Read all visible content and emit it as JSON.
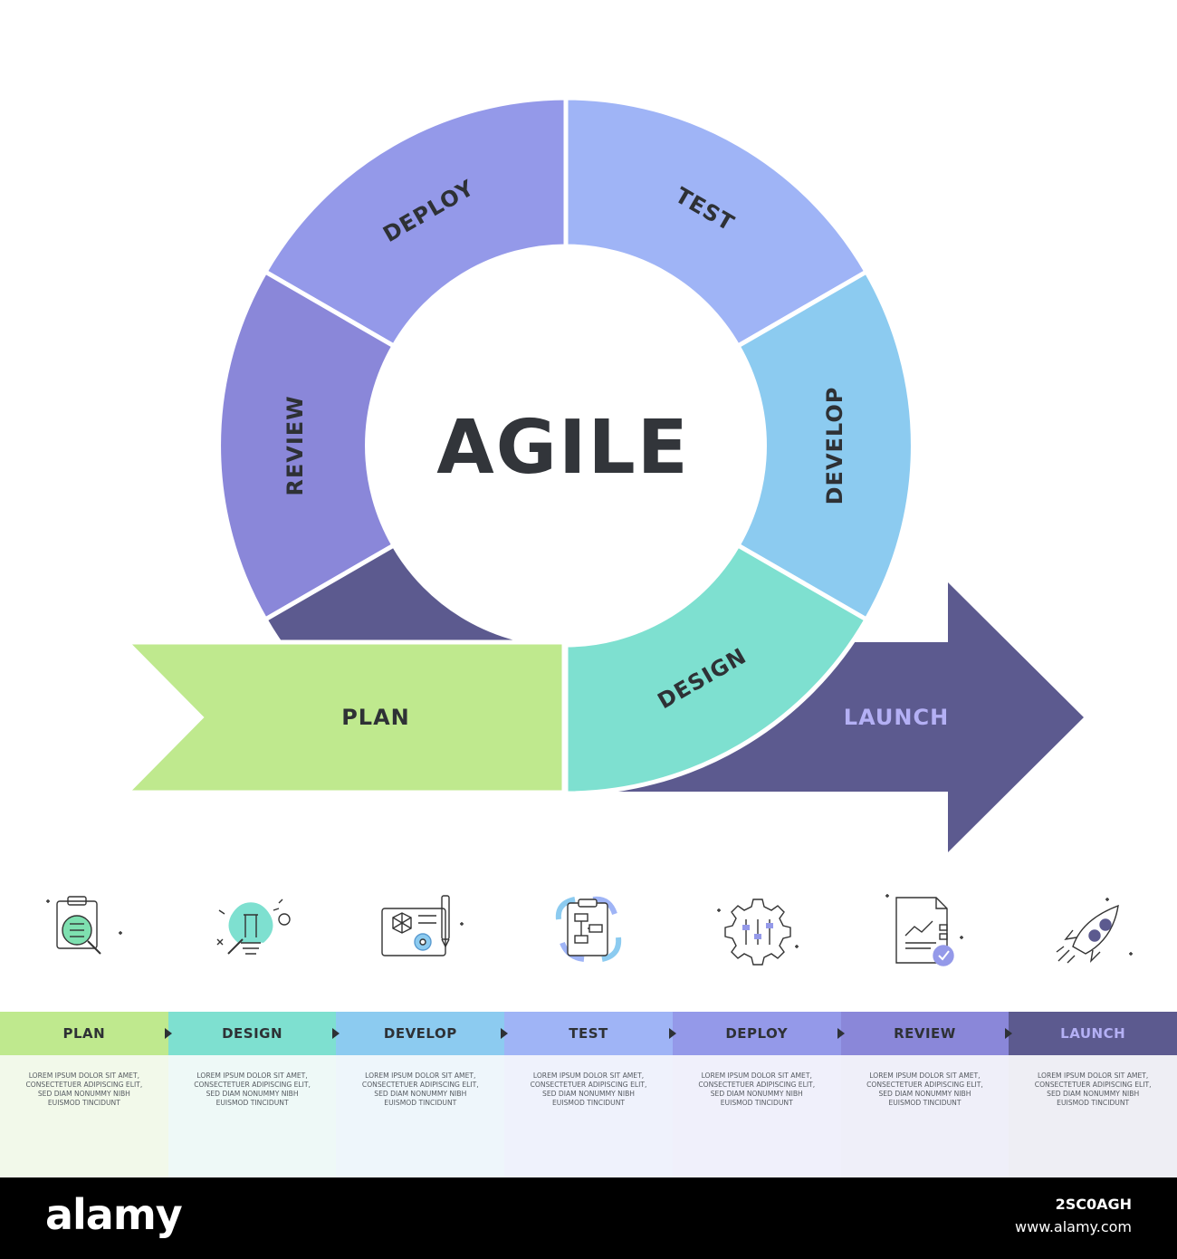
{
  "diagram": {
    "center_title": "AGILE",
    "segments": {
      "deploy": "DEPLOY",
      "test": "TEST",
      "develop": "DEVELOP",
      "design": "DESIGN",
      "review": "REVIEW",
      "plan": "PLAN",
      "launch": "LAUNCH"
    }
  },
  "icons": [
    "plan-checklist-icon",
    "design-lightbulb-icon",
    "develop-blueprint-icon",
    "test-clipboard-cycle-icon",
    "deploy-gear-sliders-icon",
    "review-report-icon",
    "launch-rocket-icon"
  ],
  "timeline": [
    {
      "label": "PLAN",
      "color": "#bfe98e",
      "body": "#f2f9ea",
      "text": "LOREM IPSUM DOLOR SIT AMET, CONSECTETUER ADIPISCING ELIT, SED DIAM NONUMMY NIBH EUISMOD TINCIDUNT"
    },
    {
      "label": "DESIGN",
      "color": "#7ee0d0",
      "body": "#eef9f7",
      "text": "LOREM IPSUM DOLOR SIT AMET, CONSECTETUER ADIPISCING ELIT, SED DIAM NONUMMY NIBH EUISMOD TINCIDUNT"
    },
    {
      "label": "DEVELOP",
      "color": "#8ccbf0",
      "body": "#eef6fb",
      "text": "LOREM IPSUM DOLOR SIT AMET, CONSECTETUER ADIPISCING ELIT, SED DIAM NONUMMY NIBH EUISMOD TINCIDUNT"
    },
    {
      "label": "TEST",
      "color": "#9fb4f6",
      "body": "#eff2fc",
      "text": "LOREM IPSUM DOLOR SIT AMET, CONSECTETUER ADIPISCING ELIT, SED DIAM NONUMMY NIBH EUISMOD TINCIDUNT"
    },
    {
      "label": "DEPLOY",
      "color": "#9499e9",
      "body": "#f0f0fb",
      "text": "LOREM IPSUM DOLOR SIT AMET, CONSECTETUER ADIPISCING ELIT, SED DIAM NONUMMY NIBH EUISMOD TINCIDUNT"
    },
    {
      "label": "REVIEW",
      "color": "#8a87d9",
      "body": "#efeff9",
      "text": "LOREM IPSUM DOLOR SIT AMET, CONSECTETUER ADIPISCING ELIT, SED DIAM NONUMMY NIBH EUISMOD TINCIDUNT"
    },
    {
      "label": "LAUNCH",
      "color": "#5c5a8f",
      "body": "#eeeef4",
      "text": "LOREM IPSUM DOLOR SIT AMET, CONSECTETUER ADIPISCING ELIT, SED DIAM NONUMMY NIBH EUISMOD TINCIDUNT",
      "label_color": "#b4b0f5"
    }
  ],
  "colors": {
    "plan": "#bfe98e",
    "design": "#7ee0d0",
    "develop": "#8ccbf0",
    "test": "#9fb4f6",
    "deploy": "#9499e9",
    "review": "#8a87d9",
    "launch": "#5c5a8f",
    "launch_text": "#b4b0f5",
    "text_dark": "#2e3135"
  },
  "watermark": {
    "logo": "alamy",
    "image_id": "2SC0AGH",
    "url": "www.alamy.com"
  }
}
